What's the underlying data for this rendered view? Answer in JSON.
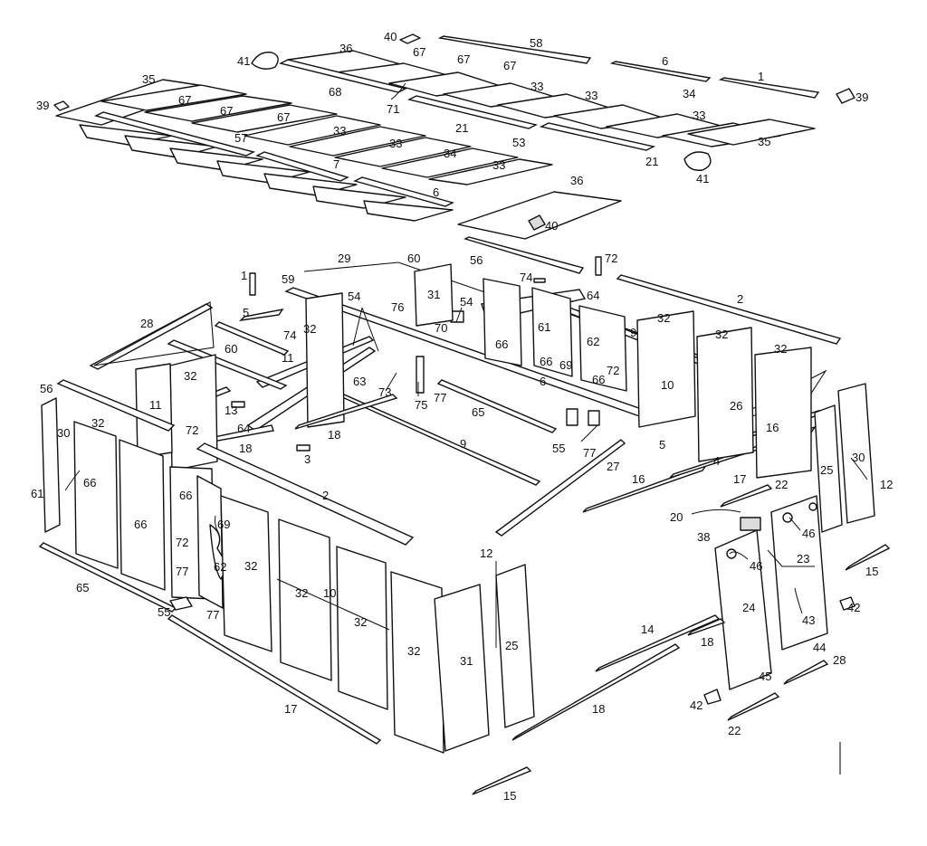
{
  "diagram": {
    "callouts": [
      {
        "id": "c1",
        "text": "40"
      },
      {
        "id": "c2",
        "text": "58"
      },
      {
        "id": "c3",
        "text": "36"
      },
      {
        "id": "c4",
        "text": "67"
      },
      {
        "id": "c5",
        "text": "67"
      },
      {
        "id": "c6",
        "text": "67"
      },
      {
        "id": "c7",
        "text": "6"
      },
      {
        "id": "c8",
        "text": "1"
      },
      {
        "id": "c9",
        "text": "41"
      },
      {
        "id": "c10",
        "text": "68"
      },
      {
        "id": "c11",
        "text": "33"
      },
      {
        "id": "c12",
        "text": "33"
      },
      {
        "id": "c13",
        "text": "34"
      },
      {
        "id": "c14",
        "text": "39"
      },
      {
        "id": "c15",
        "text": "35"
      },
      {
        "id": "c16",
        "text": "39"
      },
      {
        "id": "c17",
        "text": "67"
      },
      {
        "id": "c18",
        "text": "67"
      },
      {
        "id": "c19",
        "text": "67"
      },
      {
        "id": "c20",
        "text": "71"
      },
      {
        "id": "c21",
        "text": "33"
      },
      {
        "id": "c22",
        "text": "35"
      },
      {
        "id": "c23",
        "text": "57"
      },
      {
        "id": "c24",
        "text": "33"
      },
      {
        "id": "c25",
        "text": "33"
      },
      {
        "id": "c26",
        "text": "21"
      },
      {
        "id": "c27",
        "text": "53"
      },
      {
        "id": "c28",
        "text": "21"
      },
      {
        "id": "c29",
        "text": "7"
      },
      {
        "id": "c30",
        "text": "34"
      },
      {
        "id": "c31",
        "text": "41"
      },
      {
        "id": "c32",
        "text": "33"
      },
      {
        "id": "c33",
        "text": "6"
      },
      {
        "id": "c34",
        "text": "36"
      },
      {
        "id": "c35",
        "text": "40"
      },
      {
        "id": "c36",
        "text": "29"
      },
      {
        "id": "c37",
        "text": "60"
      },
      {
        "id": "c38",
        "text": "56"
      },
      {
        "id": "c39",
        "text": "72"
      },
      {
        "id": "c40",
        "text": "1"
      },
      {
        "id": "c41",
        "text": "59"
      },
      {
        "id": "c42",
        "text": "74"
      },
      {
        "id": "c43",
        "text": "2"
      },
      {
        "id": "c44",
        "text": "31"
      },
      {
        "id": "c45",
        "text": "54"
      },
      {
        "id": "c46",
        "text": "64"
      },
      {
        "id": "c47",
        "text": "54"
      },
      {
        "id": "c48",
        "text": "5"
      },
      {
        "id": "c49",
        "text": "76"
      },
      {
        "id": "c50",
        "text": "70"
      },
      {
        "id": "c51",
        "text": "32"
      },
      {
        "id": "c52",
        "text": "28"
      },
      {
        "id": "c53",
        "text": "32"
      },
      {
        "id": "c54",
        "text": "74"
      },
      {
        "id": "c55",
        "text": "66"
      },
      {
        "id": "c56",
        "text": "66"
      },
      {
        "id": "c57",
        "text": "61"
      },
      {
        "id": "c58",
        "text": "9"
      },
      {
        "id": "c59",
        "text": "32"
      },
      {
        "id": "c60",
        "text": "62"
      },
      {
        "id": "c61",
        "text": "60"
      },
      {
        "id": "c62",
        "text": "11"
      },
      {
        "id": "c63",
        "text": "69"
      },
      {
        "id": "c64",
        "text": "72"
      },
      {
        "id": "c65",
        "text": "32"
      },
      {
        "id": "c66",
        "text": "63"
      },
      {
        "id": "c67",
        "text": "6"
      },
      {
        "id": "c68",
        "text": "66"
      },
      {
        "id": "c69",
        "text": "10"
      },
      {
        "id": "c70",
        "text": "32"
      },
      {
        "id": "c71",
        "text": "73"
      },
      {
        "id": "c72",
        "text": "77"
      },
      {
        "id": "c73",
        "text": "56"
      },
      {
        "id": "c74",
        "text": "11"
      },
      {
        "id": "c75",
        "text": "13"
      },
      {
        "id": "c76",
        "text": "75"
      },
      {
        "id": "c77",
        "text": "26"
      },
      {
        "id": "c78",
        "text": "65"
      },
      {
        "id": "c79",
        "text": "16"
      },
      {
        "id": "c80",
        "text": "32"
      },
      {
        "id": "c81",
        "text": "72"
      },
      {
        "id": "c82",
        "text": "64"
      },
      {
        "id": "c83",
        "text": "30"
      },
      {
        "id": "c84",
        "text": "18"
      },
      {
        "id": "c85",
        "text": "9"
      },
      {
        "id": "c86",
        "text": "18"
      },
      {
        "id": "c87",
        "text": "55"
      },
      {
        "id": "c88",
        "text": "77"
      },
      {
        "id": "c89",
        "text": "5"
      },
      {
        "id": "c90",
        "text": "3"
      },
      {
        "id": "c91",
        "text": "27"
      },
      {
        "id": "c92",
        "text": "4"
      },
      {
        "id": "c93",
        "text": "25"
      },
      {
        "id": "c94",
        "text": "30"
      },
      {
        "id": "c95",
        "text": "61"
      },
      {
        "id": "c96",
        "text": "66"
      },
      {
        "id": "c97",
        "text": "2"
      },
      {
        "id": "c98",
        "text": "16"
      },
      {
        "id": "c99",
        "text": "17"
      },
      {
        "id": "c100",
        "text": "12"
      },
      {
        "id": "c101",
        "text": "66"
      },
      {
        "id": "c102",
        "text": "22"
      },
      {
        "id": "c103",
        "text": "66"
      },
      {
        "id": "c104",
        "text": "20"
      },
      {
        "id": "c105",
        "text": "46"
      },
      {
        "id": "c106",
        "text": "72"
      },
      {
        "id": "c107",
        "text": "69"
      },
      {
        "id": "c108",
        "text": "38"
      },
      {
        "id": "c109",
        "text": "32"
      },
      {
        "id": "c110",
        "text": "62"
      },
      {
        "id": "c111",
        "text": "15"
      },
      {
        "id": "c112",
        "text": "77"
      },
      {
        "id": "c113",
        "text": "46"
      },
      {
        "id": "c114",
        "text": "12"
      },
      {
        "id": "c115",
        "text": "32"
      },
      {
        "id": "c116",
        "text": "10"
      },
      {
        "id": "c117",
        "text": "23"
      },
      {
        "id": "c118",
        "text": "65"
      },
      {
        "id": "c119",
        "text": "32"
      },
      {
        "id": "c120",
        "text": "24"
      },
      {
        "id": "c121",
        "text": "42"
      },
      {
        "id": "c122",
        "text": "55"
      },
      {
        "id": "c123",
        "text": "77"
      },
      {
        "id": "c124",
        "text": "25"
      },
      {
        "id": "c125",
        "text": "14"
      },
      {
        "id": "c126",
        "text": "32"
      },
      {
        "id": "c127",
        "text": "43"
      },
      {
        "id": "c128",
        "text": "18"
      },
      {
        "id": "c129",
        "text": "31"
      },
      {
        "id": "c130",
        "text": "44"
      },
      {
        "id": "c131",
        "text": "28"
      },
      {
        "id": "c132",
        "text": "45"
      },
      {
        "id": "c133",
        "text": "17"
      },
      {
        "id": "c134",
        "text": "18"
      },
      {
        "id": "c135",
        "text": "42"
      },
      {
        "id": "c136",
        "text": "22"
      },
      {
        "id": "c137",
        "text": "15"
      }
    ]
  }
}
